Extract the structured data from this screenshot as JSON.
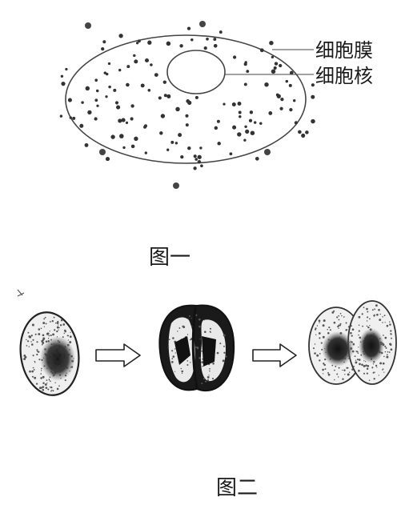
{
  "figure1": {
    "labels": {
      "membrane": "细胞膜",
      "nucleus": "细胞核"
    },
    "caption": "图一"
  },
  "figure2": {
    "caption": "图二"
  }
}
